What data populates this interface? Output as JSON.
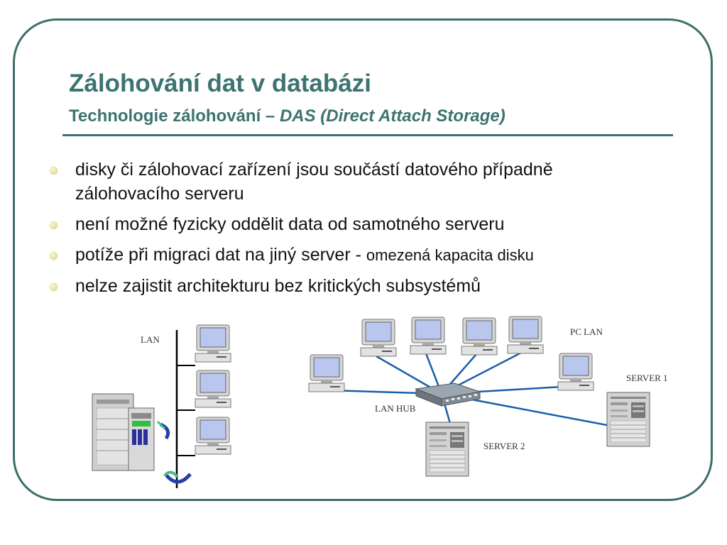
{
  "slide": {
    "title": "Zálohování dat v databázi",
    "subtitle_prefix": "Technologie zálohování – ",
    "subtitle_italic": "DAS (Direct Attach Storage)"
  },
  "bullets": [
    {
      "text": "disky či zálohovací zařízení jsou součástí datového případně",
      "text2": "zálohovacího serveru"
    },
    {
      "text": "není možné fyzicky oddělit data od samotného serveru"
    },
    {
      "text": "potíže při migraci dat na jiný server - ",
      "text_small": "omezená kapacita disku"
    },
    {
      "text": "nelze zajistit architekturu bez kritických subsystémů"
    }
  ],
  "diagram_labels": {
    "lan": "LAN",
    "pc_lan": "PC LAN",
    "lan_hub": "LAN HUB",
    "server1": "SERVER 1",
    "server2": "SERVER 2"
  },
  "colors": {
    "frame": "#3d6e6a",
    "title": "#3d7370",
    "network_line": "#1a5ea8"
  }
}
